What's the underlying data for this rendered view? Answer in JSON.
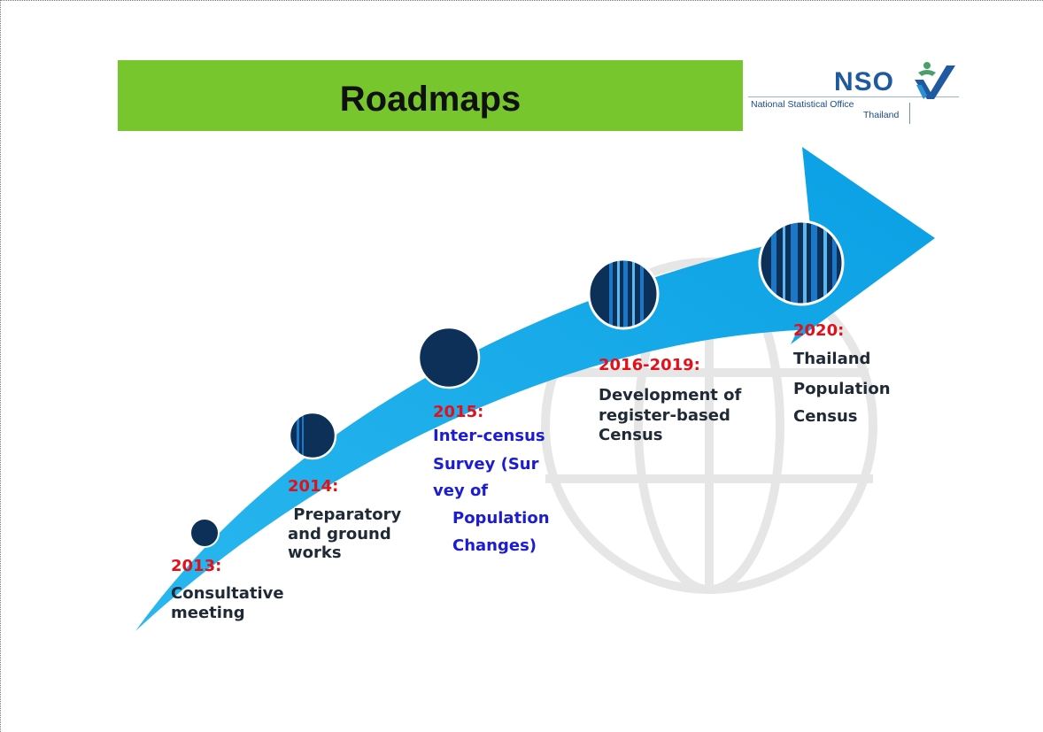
{
  "title": "Roadmaps",
  "logo": {
    "acronym": "NSO",
    "line1": "National Statistical Office",
    "line2": "Thailand",
    "icon": "nso-person-arrow-icon"
  },
  "colors": {
    "banner": "#77c62e",
    "arrow": "#12a6e8",
    "milestone": "#0d3058",
    "year": "#e3101a",
    "text": "#1f2a36",
    "highlight": "#1c1cd0"
  },
  "milestones": [
    {
      "year": "2013:",
      "lines": [
        "Consultative",
        "meeting"
      ]
    },
    {
      "year": "2014:",
      "lines": [
        " Preparatory",
        "and ground",
        "works"
      ]
    },
    {
      "year": "2015:",
      "lines": [
        "Inter-census",
        "Survey (Sur",
        "vey of",
        "Population",
        "Changes)"
      ]
    },
    {
      "year": "2016-2019:",
      "lines": [
        "Development of",
        "register-based",
        "Census"
      ]
    },
    {
      "year": "2020:",
      "lines": [
        "Thailand",
        "Population",
        "Census"
      ]
    }
  ]
}
